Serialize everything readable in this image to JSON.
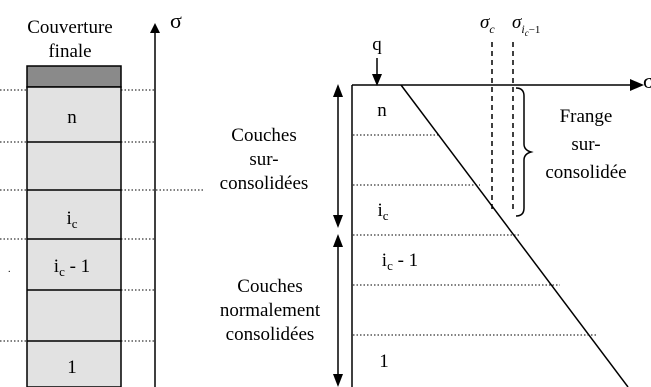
{
  "left_column": {
    "title_line1": "Couverture",
    "title_line2": "finale",
    "axis_label": "σ",
    "layers": [
      {
        "label": "n"
      },
      {
        "label": ""
      },
      {
        "label_main": "i",
        "label_sub": "c"
      },
      {
        "label_main": "i",
        "label_sub": "c",
        "label_suffix": " - 1"
      },
      {
        "label": ""
      },
      {
        "label": "1"
      }
    ]
  },
  "middle_labels": {
    "over_line1": "Couches",
    "over_line2": "sur-",
    "over_line3": "consolidées",
    "normal_line1": "Couches",
    "normal_line2": "normalement",
    "normal_line3": "consolidées"
  },
  "right_diagram": {
    "load_label": "q",
    "axis_label": "σ",
    "sigma_c_main": "σ",
    "sigma_c_sub": "c",
    "sigma_ic1_main": "σ",
    "sigma_ic1_sub_i": "i",
    "sigma_ic1_sub_c": "c",
    "sigma_ic1_sub_rest": "−1",
    "frange_line1": "Frange",
    "frange_line2": "sur-",
    "frange_line3": "consolidée",
    "layer_labels": {
      "n": "n",
      "ic_main": "i",
      "ic_sub": "c",
      "ic1_main": "i",
      "ic1_sub": "c",
      "ic1_suffix": " - 1",
      "one": "1"
    }
  },
  "colors": {
    "final_cover": "#8a8a8a",
    "layer_fill": "#e2e2e2",
    "line": "#000000"
  }
}
